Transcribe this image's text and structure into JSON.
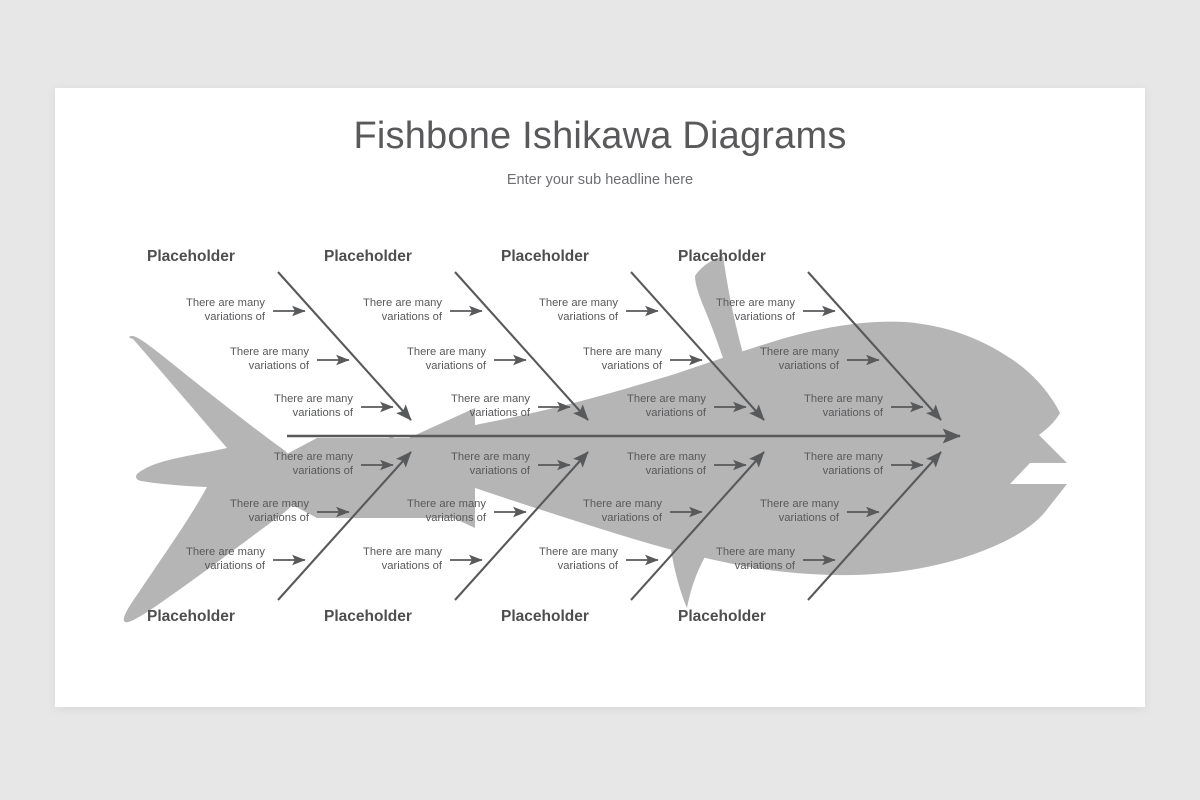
{
  "slide": {
    "title": "Fishbone Ishikawa Diagrams",
    "subtitle": "Enter your sub headline here"
  },
  "colors": {
    "page_background": "#e8e7e7",
    "card_background": "#ffffff",
    "fish_fill": "#b5b5b5",
    "line": "#58595b",
    "title_text": "#59595b",
    "label_text": "#4e4e50",
    "body_text": "#58595b"
  },
  "diagram": {
    "type": "fishbone-ishikawa",
    "spine_label": "main-spine-arrow",
    "top_categories": [
      {
        "label": "Placeholder",
        "causes": [
          "There are many\nvariations of",
          "There are many\nvariations of",
          "There are many\nvariations of"
        ]
      },
      {
        "label": "Placeholder",
        "causes": [
          "There are many\nvariations of",
          "There are many\nvariations of",
          "There are many\nvariations of"
        ]
      },
      {
        "label": "Placeholder",
        "causes": [
          "There are many\nvariations of",
          "There are many\nvariations of",
          "There are many\nvariations of"
        ]
      },
      {
        "label": "Placeholder",
        "causes": [
          "There are many\nvariations of",
          "There are many\nvariations of",
          "There are many\nvariations of"
        ]
      }
    ],
    "bottom_categories": [
      {
        "label": "Placeholder",
        "causes": [
          "There are many\nvariations of",
          "There are many\nvariations of",
          "There are many\nvariations of"
        ]
      },
      {
        "label": "Placeholder",
        "causes": [
          "There are many\nvariations of",
          "There are many\nvariations of",
          "There are many\nvariations of"
        ]
      },
      {
        "label": "Placeholder",
        "causes": [
          "There are many\nvariations of",
          "There are many\nvariations of",
          "There are many\nvariations of"
        ]
      },
      {
        "label": "Placeholder",
        "causes": [
          "There are many\nvariations of",
          "There are many\nvariations of",
          "There are many\nvariations of"
        ]
      }
    ]
  }
}
